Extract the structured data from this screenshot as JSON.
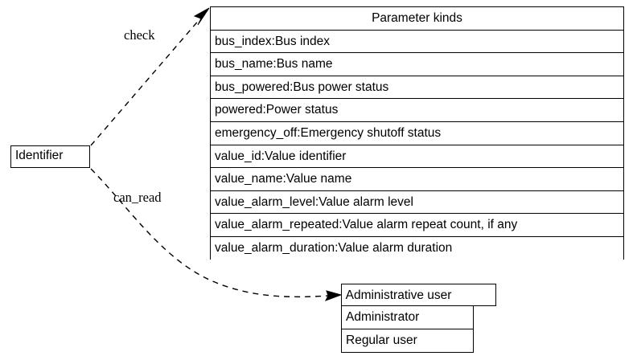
{
  "diagram": {
    "type": "record-graph",
    "background": "#ffffff",
    "line_color": "#000000",
    "edge_style": "dashed"
  },
  "nodes": {
    "identifier": {
      "label": "Identifier"
    },
    "parameter_kinds": {
      "header": "Parameter kinds",
      "rows": [
        "bus_index:Bus index",
        "bus_name:Bus name",
        "bus_powered:Bus power status",
        "powered:Power status",
        "emergency_off:Emergency shutoff status",
        "value_id:Value identifier",
        "value_name:Value name",
        "value_alarm_level:Value alarm level",
        "value_alarm_repeated:Value alarm repeat count, if any",
        "value_alarm_duration:Value alarm duration"
      ]
    },
    "admin_user": {
      "header": "Administrative user",
      "rows": [
        "Administrator",
        "Regular user"
      ]
    }
  },
  "edges": [
    {
      "id": "check",
      "label": "check",
      "from": "identifier",
      "to": "parameter_kinds",
      "style": "dashed",
      "arrow": "normal"
    },
    {
      "id": "can_read",
      "label": "can_read",
      "from": "identifier",
      "to": "admin_user",
      "style": "dashed",
      "arrow": "normal"
    }
  ]
}
